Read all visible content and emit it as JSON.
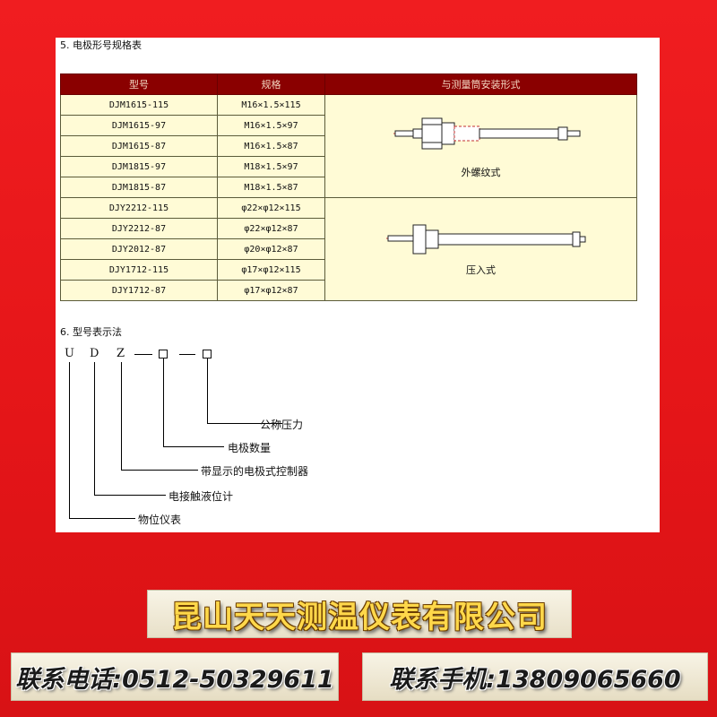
{
  "section5": {
    "title": "5. 电极形号规格表"
  },
  "table": {
    "headers": [
      "型号",
      "规格",
      "与测量筒安装形式"
    ],
    "rows": [
      {
        "model": "DJM1615-115",
        "spec": "M16×1.5×115"
      },
      {
        "model": "DJM1615-97",
        "spec": "M16×1.5×97"
      },
      {
        "model": "DJM1615-87",
        "spec": "M16×1.5×87"
      },
      {
        "model": "DJM1815-97",
        "spec": "M18×1.5×97"
      },
      {
        "model": "DJM1815-87",
        "spec": "M18×1.5×87"
      },
      {
        "model": "DJY2212-115",
        "spec": "φ22×φ12×115"
      },
      {
        "model": "DJY2212-87",
        "spec": "φ22×φ12×87"
      },
      {
        "model": "DJY2012-87",
        "spec": "φ20×φ12×87"
      },
      {
        "model": "DJY1712-115",
        "spec": "φ17×φ12×115"
      },
      {
        "model": "DJY1712-87",
        "spec": "φ17×φ12×87"
      }
    ],
    "mount_types": [
      "外螺纹式",
      "压入式"
    ]
  },
  "section6": {
    "title": "6. 型号表示法",
    "letters": [
      "U",
      "D",
      "Z"
    ],
    "legend": [
      "公称压力",
      "电极数量",
      "带显示的电极式控制器",
      "电接触液位计",
      "物位仪表"
    ]
  },
  "company": {
    "name": "昆山天天测温仪表有限公司"
  },
  "contacts": {
    "phone": "联系电话:0512-50329611",
    "mobile": "联系手机:13809065660"
  },
  "colors": {
    "header_bg": "#8a0000",
    "cell_bg": "#fffbd6",
    "frame": "#e8171b"
  }
}
